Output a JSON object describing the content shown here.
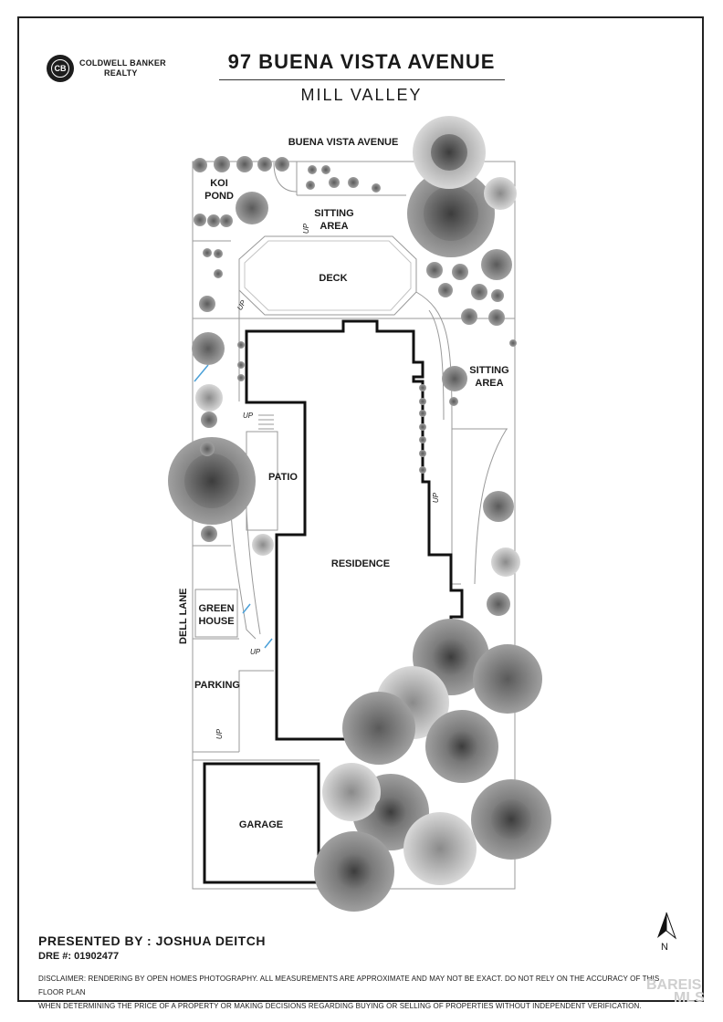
{
  "header": {
    "brand_line1": "COLDWELL BANKER",
    "brand_line2": "REALTY",
    "logo_glyph": "CB",
    "title": "97 BUENA VISTA AVENUE",
    "subtitle": "MILL VALLEY"
  },
  "plan": {
    "street_top": "BUENA VISTA AVENUE",
    "street_side": "DELL LANE",
    "rooms": {
      "koi_pond": "KOI\nPOND",
      "sitting_area_top": "SITTING\nAREA",
      "deck": "DECK",
      "sitting_area_right": "SITTING\nAREA",
      "patio": "PATIO",
      "residence": "RESIDENCE",
      "green_house": "GREEN\nHOUSE",
      "parking": "PARKING",
      "garage": "GARAGE"
    },
    "up_label": "UP",
    "north_label": "N"
  },
  "footer": {
    "presented_by": "PRESENTED BY : JOSHUA DEITCH",
    "dre": "DRE #: 01902477",
    "disclaimer_line1": "DISCLAIMER: RENDERING BY OPEN HOMES PHOTOGRAPHY. ALL MEASUREMENTS ARE APPROXIMATE AND MAY NOT BE EXACT. DO NOT RELY ON THE ACCURACY OF THIS FLOOR PLAN",
    "disclaimer_line2": "WHEN DETERMINING THE PRICE OF A PROPERTY OR MAKING DECISIONS REGARDING BUYING OR SELLING OF PROPERTIES WITHOUT INDEPENDENT VERIFICATION.",
    "watermark_line1": "BAREIS",
    "watermark_line2": "MLS"
  },
  "colors": {
    "wall": "#111111",
    "lot_line": "#9a9a9a",
    "plant_dark": "#5a5a5a",
    "plant_mid": "#8a8a8a",
    "plant_light": "#c4c4c4"
  }
}
